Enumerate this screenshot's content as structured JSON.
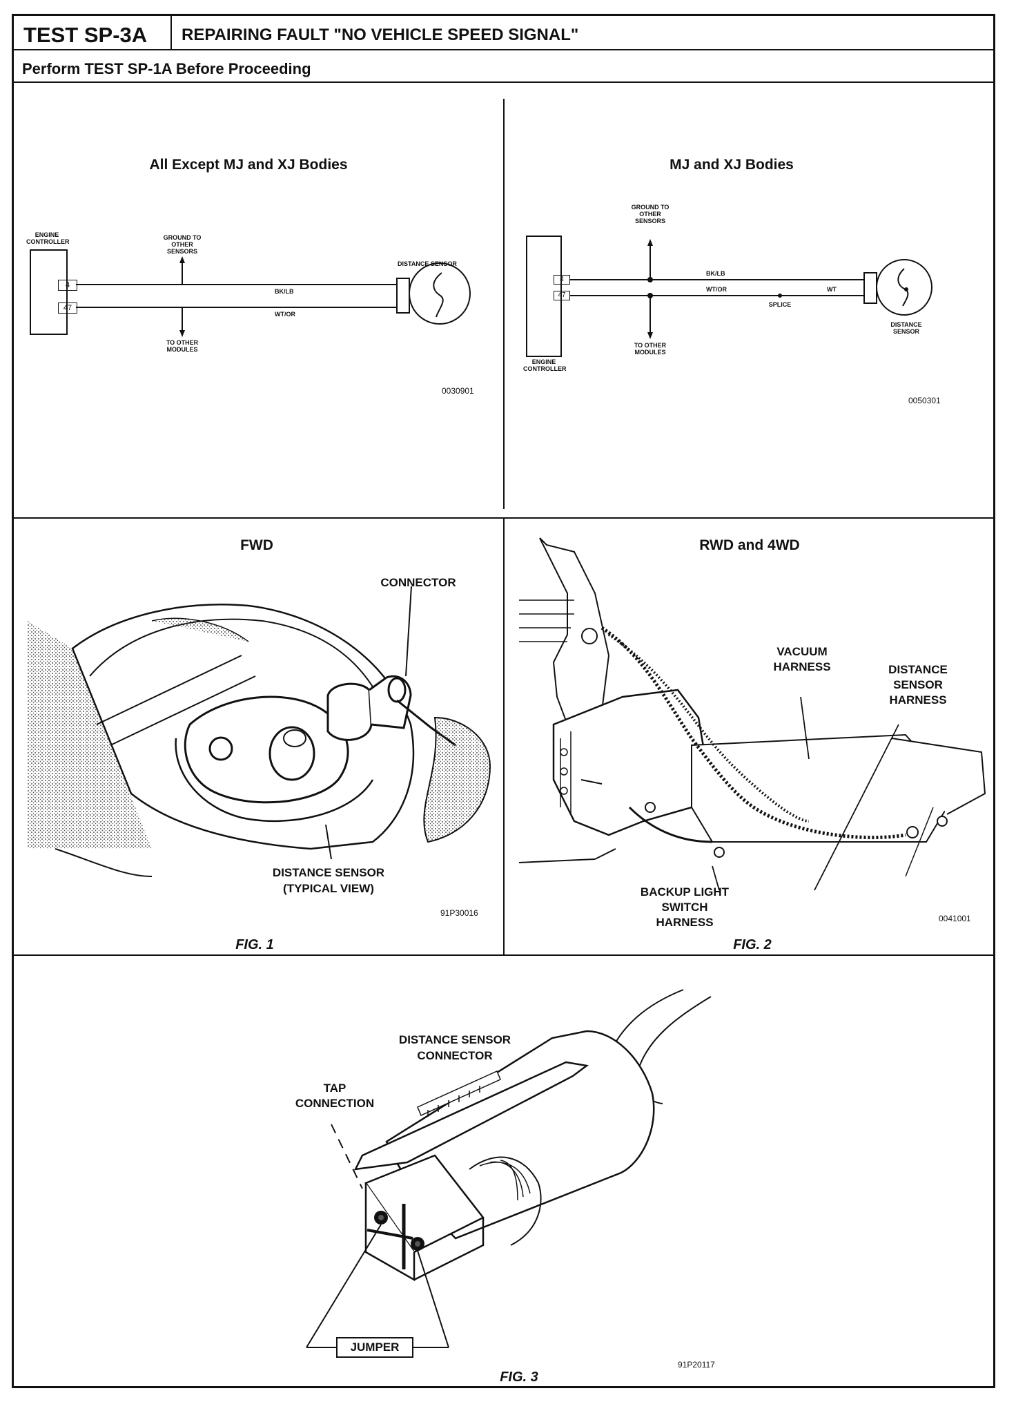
{
  "header": {
    "test_id": "TEST SP-3A",
    "title": "REPAIRING FAULT \"NO VEHICLE SPEED SIGNAL\"",
    "prerequisite": "Perform TEST SP-1A Before Proceeding"
  },
  "wiring_left": {
    "title": "All Except MJ and XJ Bodies",
    "engine_controller": "ENGINE CONTROLLER",
    "pin_top": "4",
    "pin_bottom": "47",
    "ground_label": "GROUND TO OTHER SENSORS",
    "modules_label": "TO OTHER MODULES",
    "wire_top": "BK/LB",
    "wire_bottom": "WT/OR",
    "sensor_label": "DISTANCE SENSOR",
    "code": "0030901"
  },
  "wiring_right": {
    "title": "MJ and XJ Bodies",
    "engine_controller": "ENGINE CONTROLLER",
    "pin_top": "4",
    "pin_bottom": "47",
    "ground_label": "GROUND TO OTHER SENSORS",
    "modules_label": "TO OTHER MODULES",
    "wire_top": "BK/LB",
    "wire_bottom": "WT/OR",
    "wire_after_splice": "WT",
    "splice_label": "SPLICE",
    "sensor_label": "DISTANCE SENSOR",
    "code": "0050301"
  },
  "fig1": {
    "title": "FWD",
    "connector_label": "CONNECTOR",
    "sensor_label_line1": "DISTANCE SENSOR",
    "sensor_label_line2": "(TYPICAL VIEW)",
    "code": "91P30016",
    "caption": "FIG. 1"
  },
  "fig2": {
    "title": "RWD and 4WD",
    "vacuum_label_line1": "VACUUM",
    "vacuum_label_line2": "HARNESS",
    "distance_label_line1": "DISTANCE",
    "distance_label_line2": "SENSOR",
    "distance_label_line3": "HARNESS",
    "backup_label_line1": "BACKUP LIGHT",
    "backup_label_line2": "SWITCH",
    "backup_label_line3": "HARNESS",
    "code": "0041001",
    "caption": "FIG. 2"
  },
  "fig3": {
    "connector_label_line1": "DISTANCE SENSOR",
    "connector_label_line2": "CONNECTOR",
    "tap_label_line1": "TAP",
    "tap_label_line2": "CONNECTION",
    "jumper_label": "JUMPER",
    "code": "91P20117",
    "caption": "FIG. 3"
  }
}
